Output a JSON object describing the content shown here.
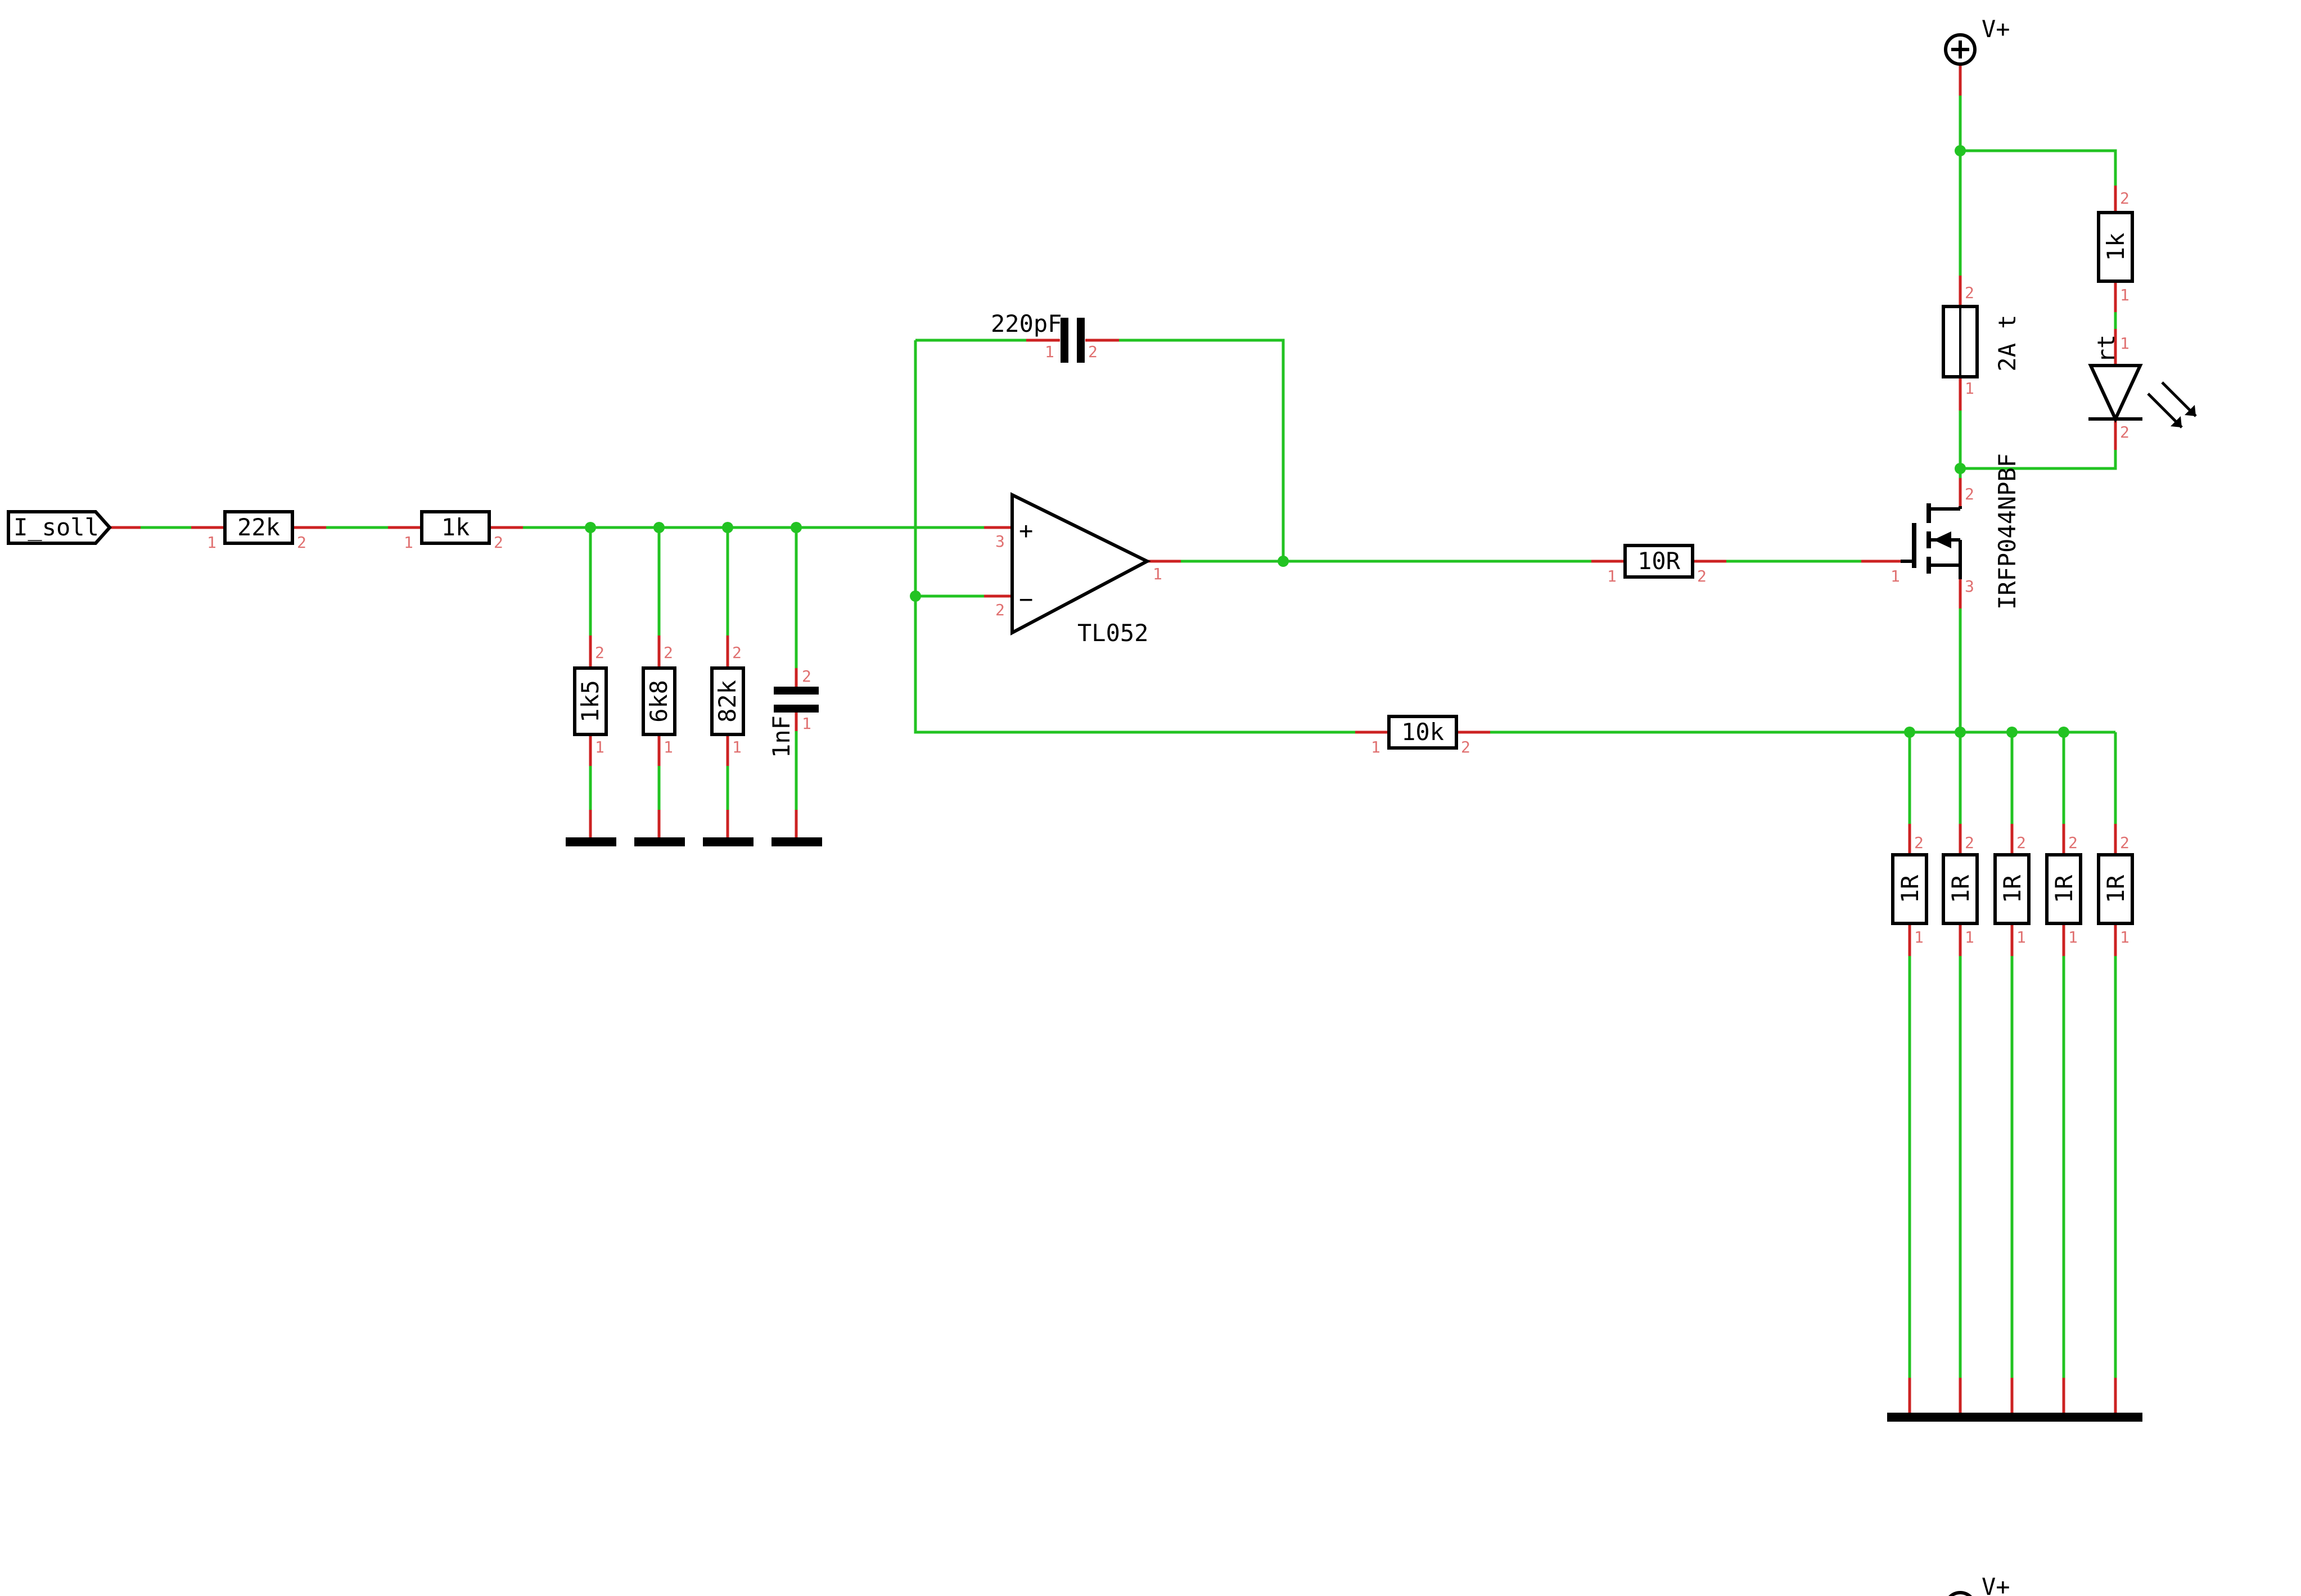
{
  "net_label": "I_soll",
  "opamp": {
    "value": "TL052",
    "plus": "+",
    "minus": "−"
  },
  "mosfet": "IRFP044NPBF",
  "fuse": "2A t",
  "led": "rt",
  "supply": "V+",
  "resistors": {
    "r_in1": "22k",
    "r_in2": "1k",
    "r_shunt1": "1k5",
    "r_shunt2": "6k8",
    "r_shunt3": "82k",
    "r_gate": "10R",
    "r_fb": "10k",
    "r_led": "1k",
    "r_sense": "1R"
  },
  "capacitors": {
    "c_in": "1nF",
    "c_fb": "220pF"
  },
  "pin_numbers": {
    "one": "1",
    "two": "2",
    "three": "3"
  },
  "colors": {
    "wire": "#22c322",
    "pin": "#cc2222",
    "junction": "#22c322",
    "pin_number": "#e07070"
  }
}
